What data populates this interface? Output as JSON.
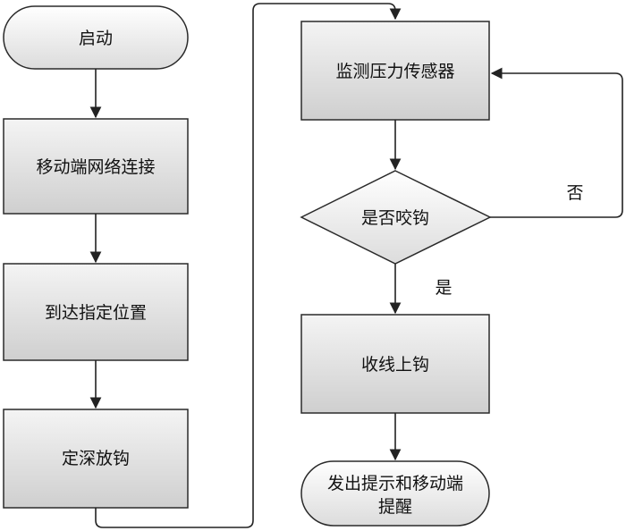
{
  "nodes": {
    "start": "启动",
    "connect": "移动端网络连接",
    "reach": "到达指定位置",
    "lower": "定深放钩",
    "monitor": "监测压力传感器",
    "decision": "是否咬钩",
    "reel": "收线上钩",
    "notify_line1": "发出提示和移动端",
    "notify_line2": "提醒"
  },
  "edges": {
    "yes": "是",
    "no": "否"
  }
}
